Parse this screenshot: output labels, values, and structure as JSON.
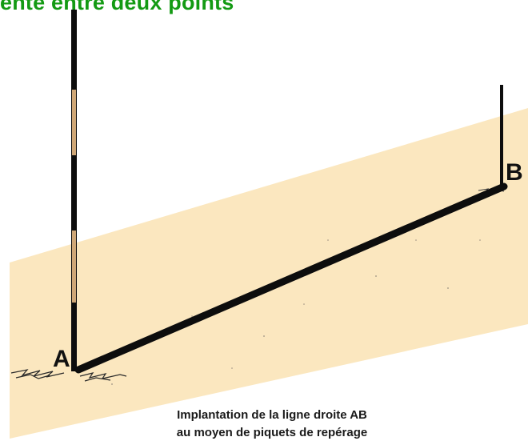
{
  "title": "ente entre deux points",
  "points": {
    "a_label": "A",
    "b_label": "B"
  },
  "caption": {
    "line1": "Implantation de la ligne droite AB",
    "line2": "au moyen de piquets de repérage"
  },
  "colors": {
    "title": "#139a13",
    "ground": "#fbe7bf",
    "line": "#0d0d0d",
    "stake_stripe": "#cfa777"
  }
}
